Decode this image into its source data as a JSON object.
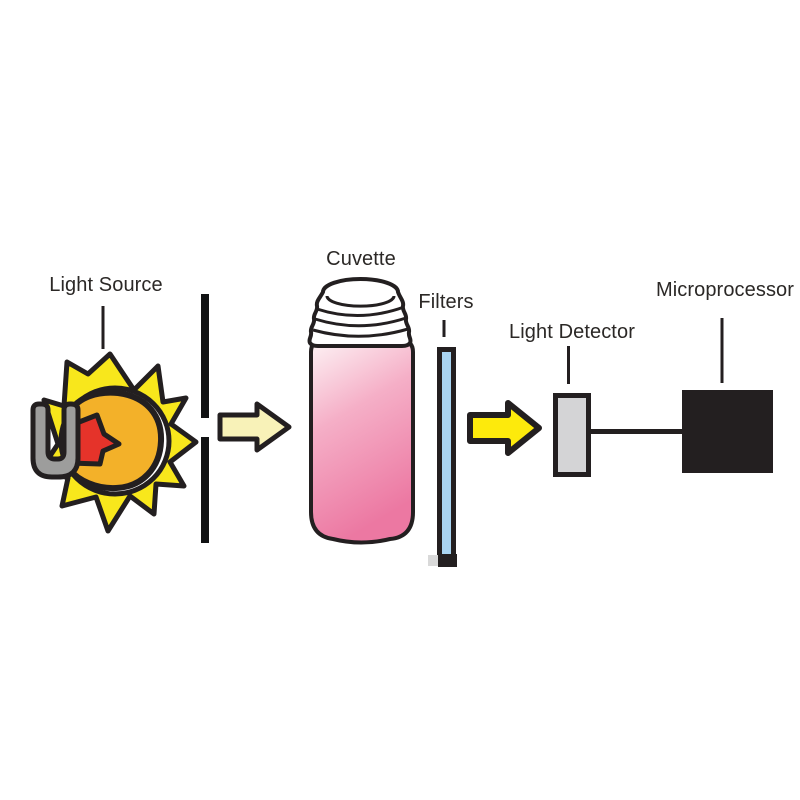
{
  "diagram": {
    "labels": {
      "light_source": "Light Source",
      "cuvette": "Cuvette",
      "filters": "Filters",
      "light_detector": "Light Detector",
      "microprocessor": "Microprocessor"
    },
    "colors": {
      "background": "#ffffff",
      "outline": "#231f20",
      "starburst_yellow": "#f8e71c",
      "bulb_amber": "#f3b129",
      "flame_red": "#e5332a",
      "socket_gray": "#9d9d9c",
      "beam_arrow_pale": "#f8f2b8",
      "beam_arrow_yellow": "#fdea0c",
      "filter_blue": "#a9d4f1",
      "filter_base_gray": "#d9d9d9",
      "detector_gray": "#d4d4d6",
      "chip_black": "#231f20",
      "slit_black": "#111213",
      "liquid_light": "#fdf3f5",
      "liquid_mid": "#f5afc7",
      "liquid_dark": "#ec78a2"
    }
  }
}
